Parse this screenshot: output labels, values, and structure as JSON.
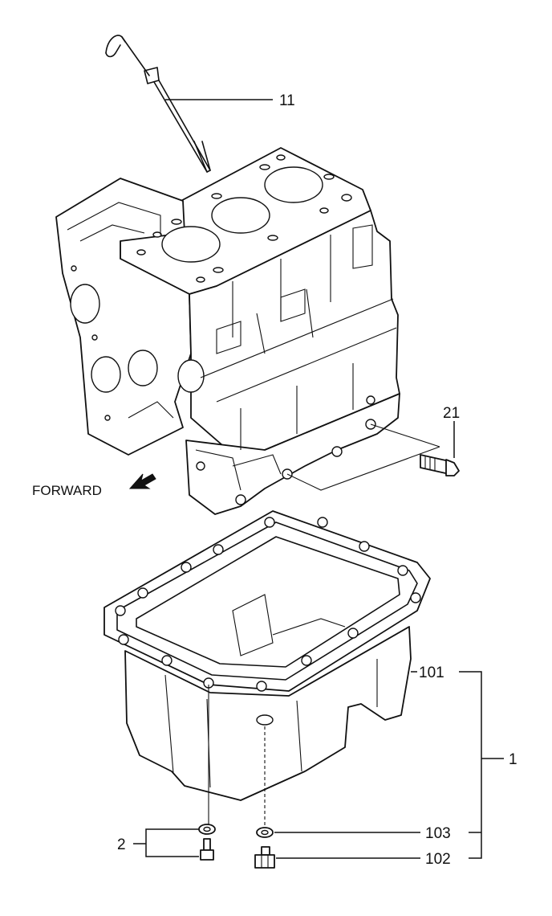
{
  "labels": {
    "dipstick": "11",
    "bolt_21": "21",
    "forward": "FORWARD",
    "oil_pan": "101",
    "oil_pan_assy": "1",
    "washer_103": "103",
    "plug_102": "102",
    "group_2": "2"
  },
  "colors": {
    "line": "#111111",
    "background": "#ffffff"
  }
}
